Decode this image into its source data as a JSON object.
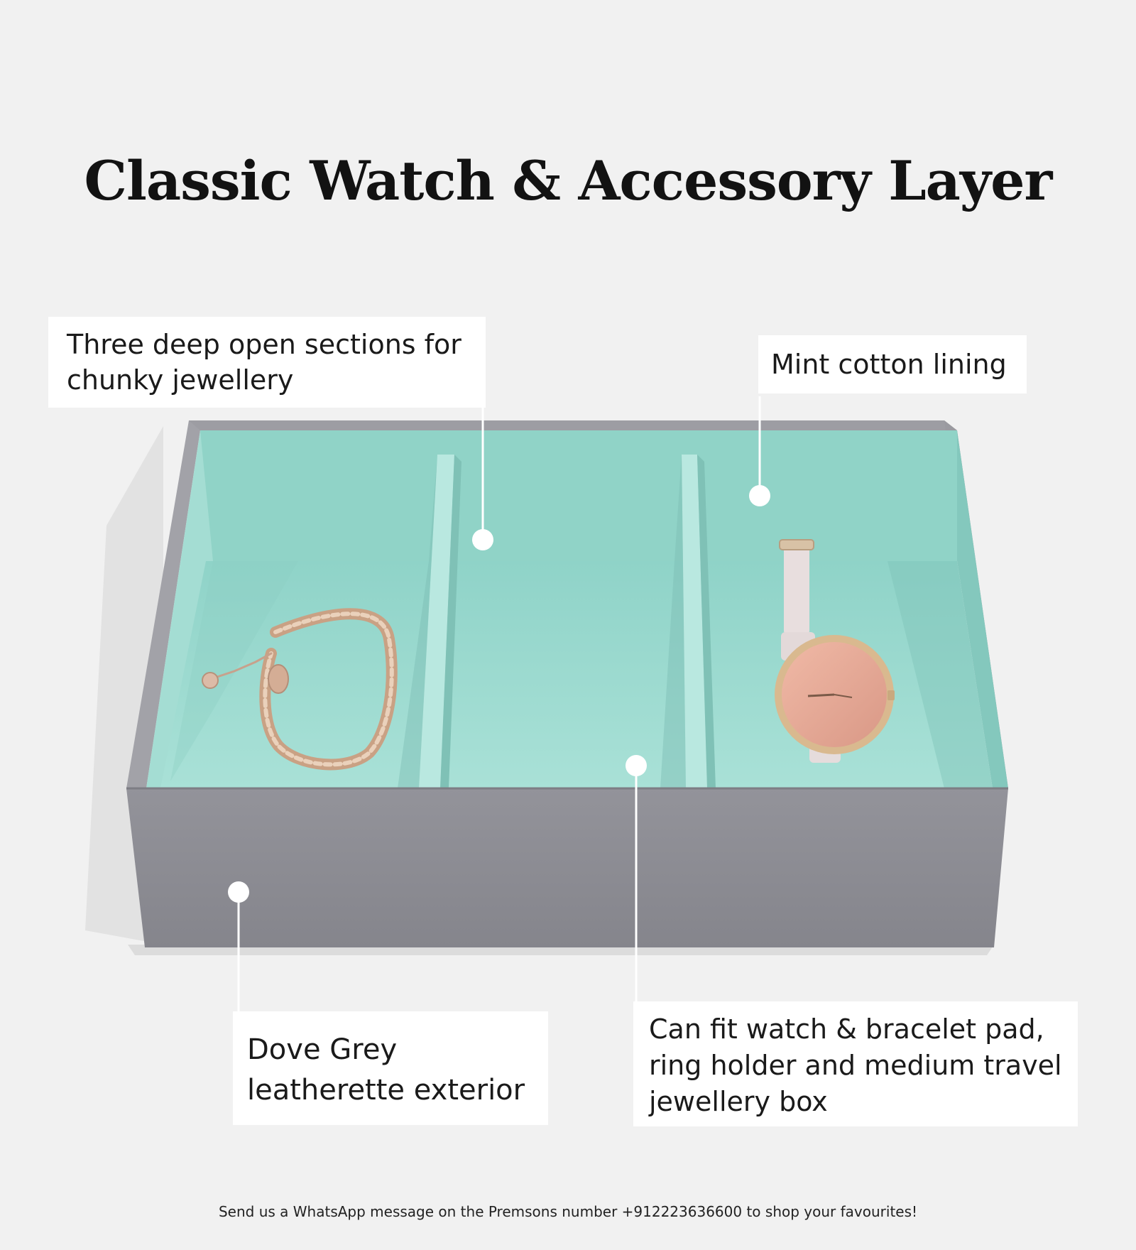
{
  "title": "Classic Watch & Accessory Layer",
  "callouts": {
    "sections": {
      "line1": "Three deep open sections for",
      "line2": "chunky jewellery"
    },
    "lining": {
      "line1": "Mint cotton lining"
    },
    "exterior": {
      "line1": "Dove Grey",
      "line2": "leatherette exterior"
    },
    "fit": {
      "line1": "Can fit watch & bracelet pad,",
      "line2": "ring holder and medium travel",
      "line3": "jewellery box"
    }
  },
  "footer": "Send us a WhatsApp message on the Premsons number +912223636600 to shop your favourites!",
  "colors": {
    "background": "#f1f1f1",
    "box_exterior": "#8f8f94",
    "lining": "#a6dcd3",
    "callout_bg": "#ffffff"
  }
}
